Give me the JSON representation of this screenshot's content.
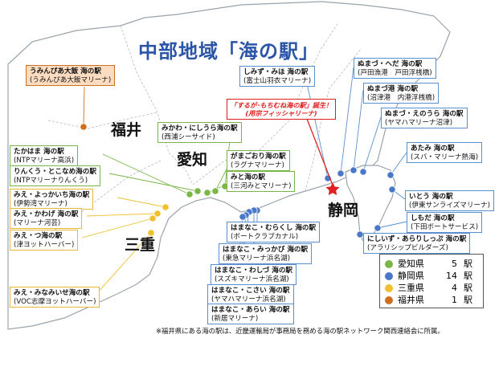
{
  "title": "中部地域「海の駅」",
  "prefectures": {
    "fukui": "福井",
    "aichi": "愛知",
    "mie": "三重",
    "shizuoka": "静岡"
  },
  "callout": {
    "line1": "「するが･もちむね海の駅」誕生！",
    "line2": "(用宗フィッシャリーナ)"
  },
  "stations": [
    {
      "name": "うみんぴあ大飯 海の駅",
      "sub": "(うみんぴあ大飯マリーナ)",
      "pref": "福井"
    },
    {
      "name": "みかわ・にしうら海の駅",
      "sub": "(西浦シーサイド)",
      "pref": "愛知"
    },
    {
      "name": "がまごおり海の駅",
      "sub": "(ラグナマリーナ)",
      "pref": "愛知"
    },
    {
      "name": "みと海の駅",
      "sub": "(三河みとマリーナ)",
      "pref": "愛知"
    },
    {
      "name": "たかはま 海の駅",
      "sub": "(NTPマリーナ高浜)",
      "pref": "愛知"
    },
    {
      "name": "りんくう・とこなめ海の駅",
      "sub": "(NTPマリーナりんくう)",
      "pref": "愛知"
    },
    {
      "name": "みえ・よっかいち海の駅",
      "sub": "(伊勢湾マリーナ)",
      "pref": "三重"
    },
    {
      "name": "みえ・かわげ 海の駅",
      "sub": "(マリーナ河芸)",
      "pref": "三重"
    },
    {
      "name": "みえ・つ海の駅",
      "sub": "(津ヨットハーバー)",
      "pref": "三重"
    },
    {
      "name": "みえ・みなみいせ海の駅",
      "sub": "(VOC志摩ヨットハーバー)",
      "pref": "三重"
    },
    {
      "name": "しみず・みほ 海の駅",
      "sub": "(富士山羽衣マリーナ)",
      "pref": "静岡"
    },
    {
      "name": "ぬまづ・へだ 海の駅",
      "sub": "(戸田漁港　戸田浮桟橋)",
      "pref": "静岡"
    },
    {
      "name": "ぬまづ港 海の駅",
      "sub": "(沼津港　内港浮桟橋)",
      "pref": "静岡"
    },
    {
      "name": "ぬまづ・えのうら 海の駅",
      "sub": "(ヤマハマリーナ沼津)",
      "pref": "静岡"
    },
    {
      "name": "あたみ 海の駅",
      "sub": "(スバ・マリーナ熱海)",
      "pref": "静岡"
    },
    {
      "name": "いとう 海の駅",
      "sub": "(伊東サンライズマリーナ)",
      "pref": "静岡"
    },
    {
      "name": "しもだ 海の駅",
      "sub": "(下田ボートサービス)",
      "pref": "静岡"
    },
    {
      "name": "にしいず・あらりしっぷ 海の駅",
      "sub": "(アラリシップビルダーズ)",
      "pref": "静岡"
    },
    {
      "name": "はまなこ・むらくし 海の駅",
      "sub": "(ボートクラブカナル)",
      "pref": "静岡"
    },
    {
      "name": "はまなこ・みっかび 海の駅",
      "sub": "(東急マリーナ浜名湖)",
      "pref": "静岡"
    },
    {
      "name": "はまなこ・わしづ 海の駅",
      "sub": "(スズキマリーナ浜名湖)",
      "pref": "静岡"
    },
    {
      "name": "はまなこ・こさい 海の駅",
      "sub": "(ヤマハマリーナ浜名湖)",
      "pref": "静岡"
    },
    {
      "name": "はまなこ・あらい 海の駅",
      "sub": "(新居マリーナ)",
      "pref": "静岡"
    }
  ],
  "legend": {
    "unit": "駅",
    "items": [
      {
        "name": "愛知県",
        "count": 5,
        "color": "#7ab648"
      },
      {
        "name": "静岡県",
        "count": 14,
        "color": "#4a78c8"
      },
      {
        "name": "三重県",
        "count": 4,
        "color": "#f0c030"
      },
      {
        "name": "福井県",
        "count": 1,
        "color": "#d0701e"
      }
    ]
  },
  "footnote": "※福井県にある海の駅は、近畿運輸局が事務局を務める海の駅ネットワーク関西連絡会に所属。",
  "colors": {
    "title": "#2a55a8",
    "callout": "#e02020",
    "land": "#ffffff",
    "land_stroke": "#9aa3ad",
    "sea": "#ffffff"
  }
}
